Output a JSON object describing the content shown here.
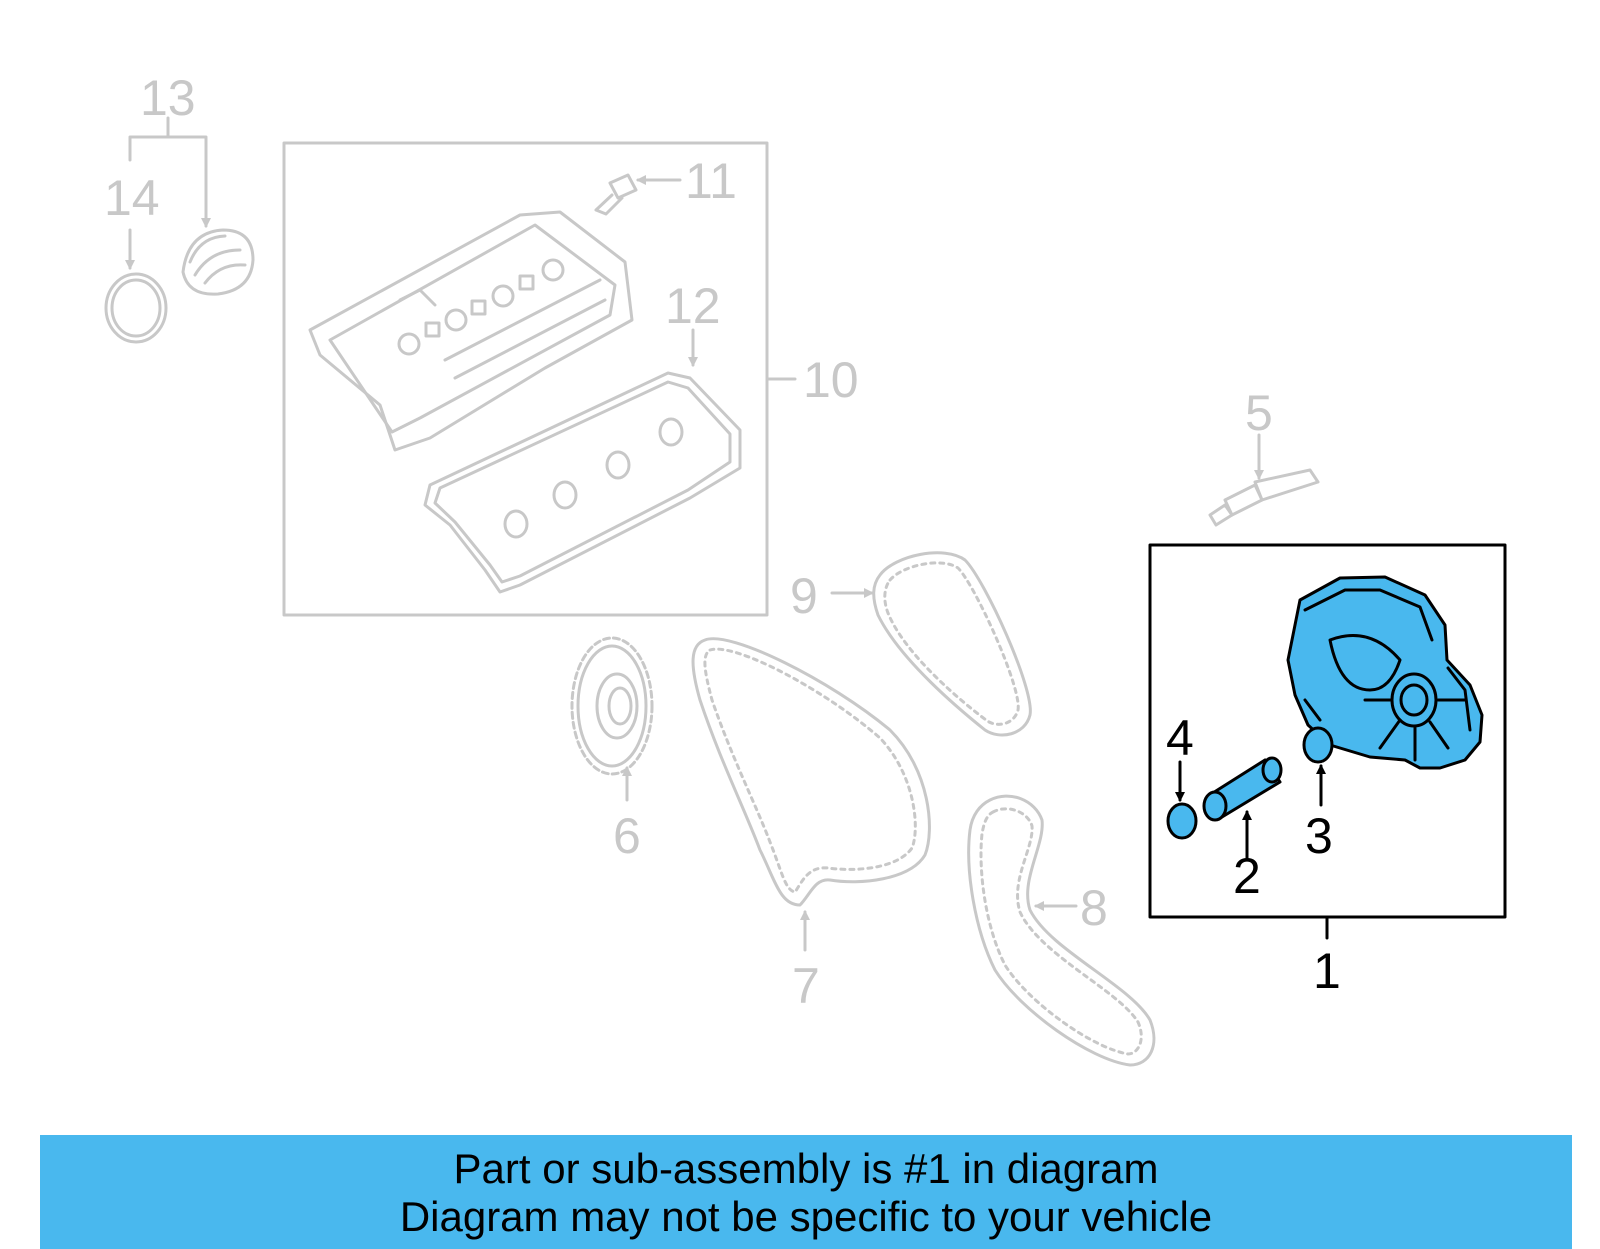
{
  "callouts": {
    "c1": "1",
    "c2": "2",
    "c3": "3",
    "c4": "4",
    "c5": "5",
    "c6": "6",
    "c7": "7",
    "c8": "8",
    "c9": "9",
    "c10": "10",
    "c11": "11",
    "c12": "12",
    "c13": "13",
    "c14": "14"
  },
  "colors": {
    "highlight": "#49b8ee",
    "faded_parts": "#c8c8c8",
    "active_parts": "#000000"
  },
  "banner": {
    "line1": "Part or sub-assembly is #1 in diagram",
    "line2": "Diagram may not be specific to your vehicle"
  }
}
